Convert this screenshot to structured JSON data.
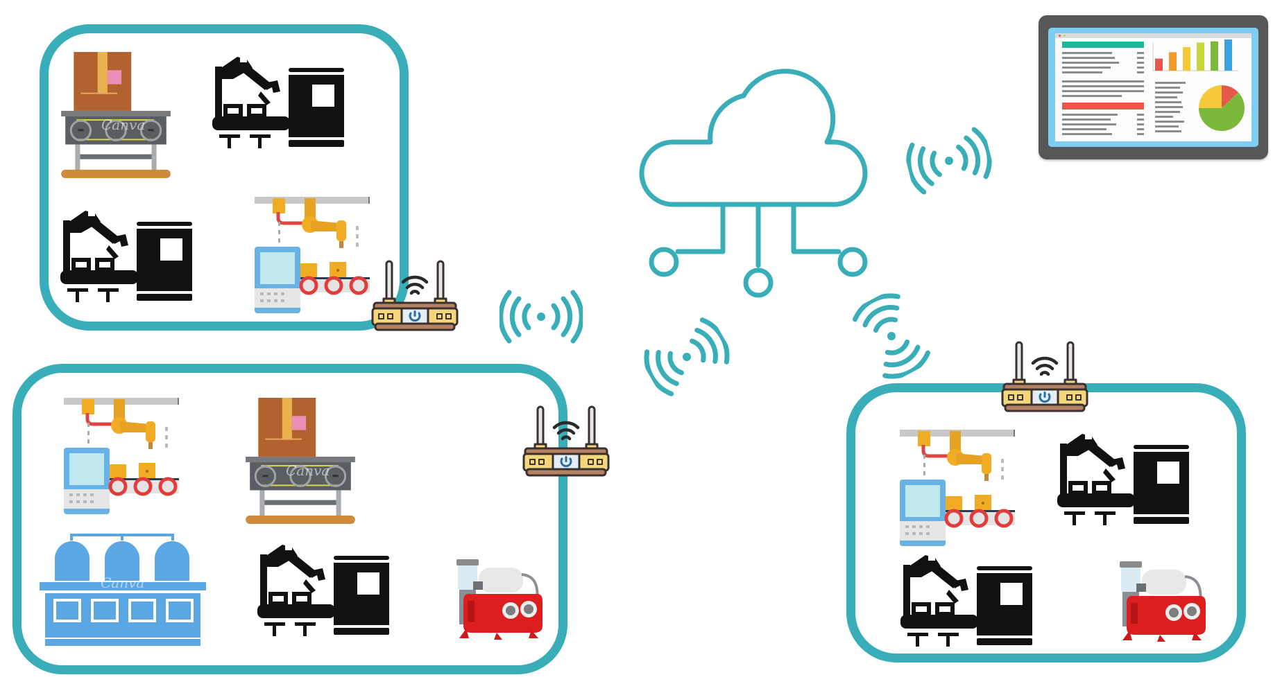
{
  "diagram": {
    "title": "Industrial IoT network: factory zones connected via Wi-Fi routers to cloud and dashboard",
    "colors": {
      "teal": "#3aaeb8",
      "black": "#111111",
      "router_body": "#6b4a3a",
      "router_panel": "#f3d77a",
      "tablet_frame": "#555759",
      "tablet_screen": "#7fcdf0"
    },
    "watermark": "Canva",
    "zones": [
      {
        "id": "zone-1",
        "position": "top-left",
        "machines": [
          "conveyor-box",
          "robot-assembly-line",
          "robot-assembly-line",
          "robotic-arm-conveyor"
        ],
        "router": "router-1"
      },
      {
        "id": "zone-2",
        "position": "bottom-left",
        "machines": [
          "robotic-arm-conveyor",
          "conveyor-box",
          "gas-tank-station",
          "robot-assembly-line",
          "air-compressor"
        ],
        "router": "router-2"
      },
      {
        "id": "zone-3",
        "position": "bottom-right",
        "machines": [
          "robotic-arm-conveyor",
          "robot-assembly-line",
          "robot-assembly-line",
          "air-compressor"
        ],
        "router": "router-3"
      }
    ],
    "cloud": {
      "label": "cloud-network",
      "nodes": 3
    },
    "dashboard": {
      "bar_colors": [
        "#e8574b",
        "#f29a2e",
        "#f6c93a",
        "#c7d63a",
        "#7bb83c",
        "#3aa3e0"
      ],
      "bar_levels": [
        0.38,
        0.58,
        0.74,
        0.88,
        0.92,
        0.98
      ],
      "pie_slices": [
        {
          "color": "#7bb83c",
          "fraction": 0.62
        },
        {
          "color": "#f6c93a",
          "fraction": 0.25
        },
        {
          "color": "#e8574b",
          "fraction": 0.13
        }
      ],
      "header_colors": [
        "#1fb59b",
        "#e8574b"
      ]
    },
    "signals": [
      "wifi-signal-router1",
      "wifi-signal-router2",
      "wifi-signal-router3",
      "wifi-signal-dashboard"
    ]
  }
}
